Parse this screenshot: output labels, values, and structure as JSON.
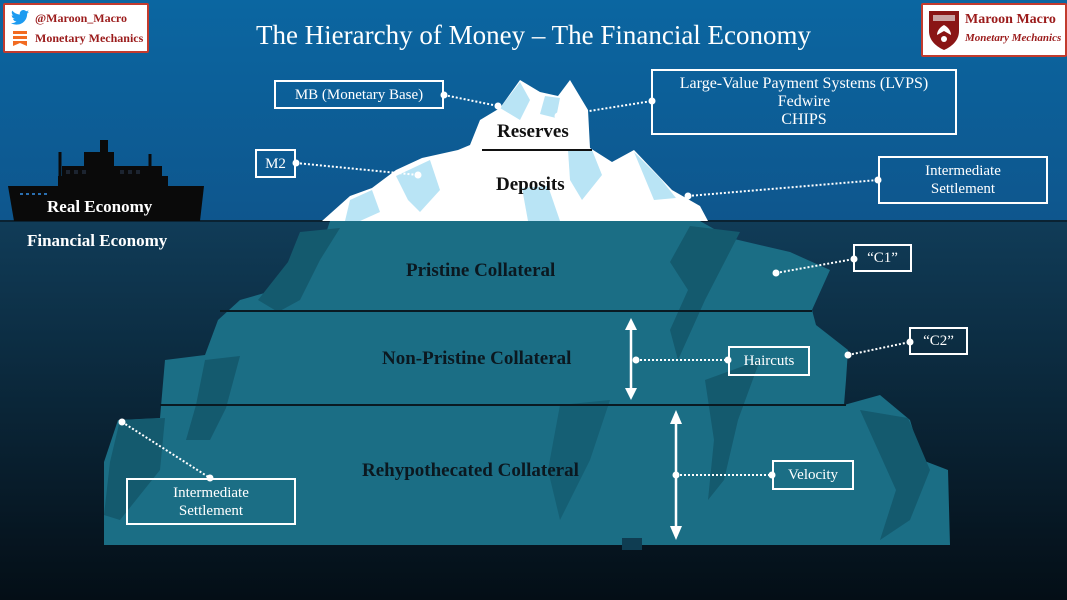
{
  "title": "The Hierarchy of Money – The Financial Economy",
  "badge_left": {
    "twitter_handle": "@Maroon_Macro",
    "newsletter": "Monetary Mechanics"
  },
  "badge_right": {
    "brand": "Maroon Macro",
    "tagline": "Monetary Mechanics"
  },
  "ship_label": "Real Economy",
  "water_label": "Financial Economy",
  "iceberg_above": {
    "layer_top": "Reserves",
    "layer_bottom": "Deposits"
  },
  "iceberg_below": {
    "layer_1": "Pristine Collateral",
    "layer_2": "Non-Pristine Collateral",
    "layer_3": "Rehypothecated Collateral"
  },
  "callouts": {
    "mb": "MB (Monetary Base)",
    "m2": "M2",
    "lvps_line1": "Large-Value Payment Systems (LVPS)",
    "lvps_line2": "Fedwire",
    "lvps_line3": "CHIPS",
    "settlement_top_line1": "Intermediate",
    "settlement_top_line2": "Settlement",
    "c1": "“C1”",
    "c2": "“C2”",
    "haircuts": "Haircuts",
    "velocity": "Velocity",
    "settlement_bottom_line1": "Intermediate",
    "settlement_bottom_line2": "Settlement"
  },
  "colors": {
    "sky_top": "#0b5f97",
    "sky_bottom": "#0d4f86",
    "water_top": "#0f3550",
    "water_bottom": "#05121c",
    "ice_above": "#ffffff",
    "ice_shadow": "#b7e3f5",
    "ice_below": "#1a6f86",
    "ice_below_dark": "#135568",
    "ship": "#0a0a0a",
    "brand_red": "#9b1b1b"
  },
  "icons": [
    "twitter-icon",
    "newsletter-icon",
    "university-shield-icon",
    "ship-icon",
    "iceberg"
  ]
}
